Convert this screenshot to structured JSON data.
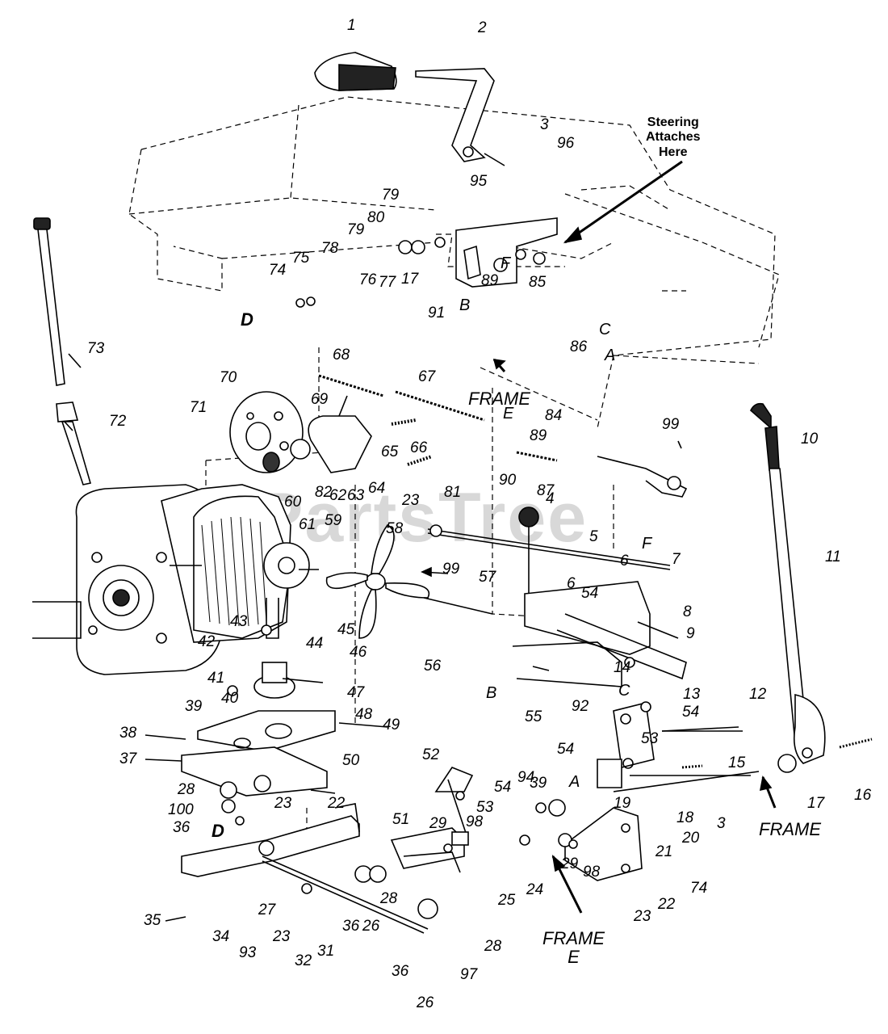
{
  "watermark": "PartsTree",
  "callout": {
    "line1": "Steering",
    "line2": "Attaches",
    "line3": "Here"
  },
  "frames": [
    {
      "id": "frame-e-top",
      "line1": "FRAME",
      "line2": "E"
    },
    {
      "id": "frame-right",
      "line1": "FRAME",
      "line2": ""
    },
    {
      "id": "frame-e-bottom",
      "line1": "FRAME",
      "line2": "E"
    }
  ],
  "letters": {
    "D1": "D",
    "D2": "D",
    "B1": "B",
    "B2": "B",
    "C1": "C",
    "C2": "C",
    "A1": "A",
    "A2": "A",
    "E1": "E",
    "F1": "F",
    "F2": "F"
  },
  "part_numbers": {
    "p1": "1",
    "p2": "2",
    "p3a": "3",
    "p3b": "3",
    "p4": "4",
    "p5": "5",
    "p6a": "6",
    "p6b": "6",
    "p7": "7",
    "p8": "8",
    "p9": "9",
    "p10": "10",
    "p11": "11",
    "p12": "12",
    "p13": "13",
    "p14": "14",
    "p15": "15",
    "p16": "16",
    "p17a": "17",
    "p17b": "17",
    "p18": "18",
    "p19": "19",
    "p20": "20",
    "p21": "21",
    "p22a": "22",
    "p22b": "22",
    "p23a": "23",
    "p23b": "23",
    "p23c": "23",
    "p23d": "23",
    "p24": "24",
    "p25": "25",
    "p26a": "26",
    "p26b": "26",
    "p27": "27",
    "p28a": "28",
    "p28b": "28",
    "p28c": "28",
    "p29a": "29",
    "p29b": "29",
    "p31": "31",
    "p32": "32",
    "p34": "34",
    "p35": "35",
    "p36a": "36",
    "p36b": "36",
    "p36c": "36",
    "p37": "37",
    "p38": "38",
    "p39a": "39",
    "p39b": "39",
    "p40": "40",
    "p41": "41",
    "p42": "42",
    "p43": "43",
    "p44": "44",
    "p45": "45",
    "p46": "46",
    "p47": "47",
    "p48": "48",
    "p49": "49",
    "p50": "50",
    "p51": "51",
    "p52": "52",
    "p53a": "53",
    "p53b": "53",
    "p54a": "54",
    "p54b": "54",
    "p54c": "54",
    "p54d": "54",
    "p55": "55",
    "p56": "56",
    "p57": "57",
    "p58": "58",
    "p59": "59",
    "p60": "60",
    "p61": "61",
    "p62": "62",
    "p63": "63",
    "p64": "64",
    "p65": "65",
    "p66": "66",
    "p67": "67",
    "p68": "68",
    "p69": "69",
    "p70": "70",
    "p71": "71",
    "p72": "72",
    "p73": "73",
    "p74a": "74",
    "p74b": "74",
    "p75": "75",
    "p76": "76",
    "p77": "77",
    "p78": "78",
    "p79a": "79",
    "p79b": "79",
    "p80": "80",
    "p81": "81",
    "p82": "82",
    "p84": "84",
    "p85": "85",
    "p86": "86",
    "p87": "87",
    "p89a": "89",
    "p89b": "89",
    "p90": "90",
    "p91": "91",
    "p92": "92",
    "p93": "93",
    "p94": "94",
    "p95": "95",
    "p96": "96",
    "p97": "97",
    "p98a": "98",
    "p98b": "98",
    "p99a": "99",
    "p99b": "99",
    "p100": "100"
  }
}
